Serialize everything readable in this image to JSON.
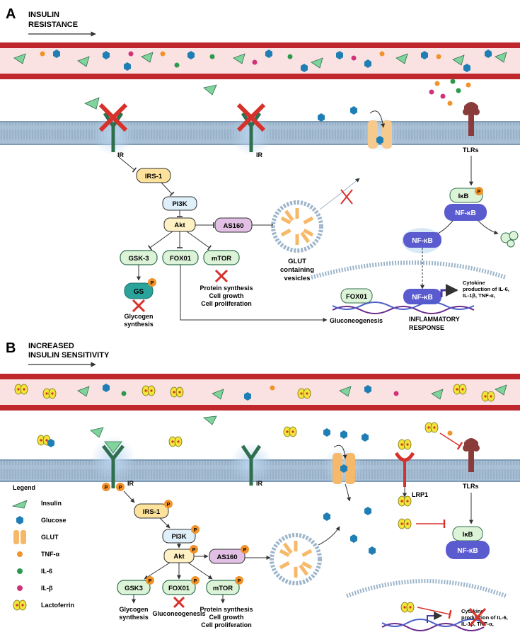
{
  "panel_a": {
    "letter": "A",
    "title_line1": "INSULIN",
    "title_line2": "RESISTANCE",
    "receptor_label_1": "IR",
    "receptor_label_2": "IR",
    "tlr_label": "TLRs",
    "irs1": "IRS-1",
    "pi3k": "PI3K",
    "akt": "Akt",
    "as160": "AS160",
    "gsk3": "GSK-3",
    "fox01": "FOX01",
    "mtor": "mTOR",
    "gs": "GS",
    "phospho": "P",
    "glycogen_line1": "Glycogen",
    "glycogen_line2": "synthesis",
    "protein_line1": "Protein synthesis",
    "protein_line2": "Cell growth",
    "protein_line3": "Cell proliferation",
    "glut_line1": "GLUT",
    "glut_line2": "containing",
    "glut_line3": "vesicles",
    "ikb": "IκB",
    "nfkb": "NF-κB",
    "nfkb_cyto": "NF-κB",
    "nfkb_nucleus": "NF-κB",
    "fox01_nucleus": "FOX01",
    "gluconeogenesis": "Gluconeogenesis",
    "cytokine_line1": "Cytokine",
    "cytokine_line2": "production of  IL-6,",
    "cytokine_line3": "IL-1β, TNF-α,",
    "inflam_line1": "INFLAMMATORY",
    "inflam_line2": "RESPONSE"
  },
  "panel_b": {
    "letter": "B",
    "title_line1": "INCREASED",
    "title_line2": "INSULIN SENSITIVITY",
    "receptor_label_1": "IR",
    "receptor_label_2": "IR",
    "lrp1_label": "LRP1",
    "tlr_label": "TLRs",
    "irs1": "IRS-1",
    "pi3k": "PI3K",
    "akt": "Akt",
    "as160": "AS160",
    "gsk3": "GSK3",
    "fox01": "FOX01",
    "mtor": "mTOR",
    "phospho": "P",
    "glycogen_line1": "Glycogen",
    "glycogen_line2": "synthesis",
    "gluconeogenesis": "Gluconeogenesis",
    "protein_line1": "Protein synthesis",
    "protein_line2": "Cell growth",
    "protein_line3": "Cell proliferation",
    "ikb": "IκB",
    "nfkb": "NF-κB",
    "cytokine_line1": "Cytokine",
    "cytokine_line2": "production of IL-6,",
    "cytokine_line3": "IL-1β, TNF-α,"
  },
  "legend": {
    "title": "Legend",
    "items": [
      {
        "label": "Insulin",
        "icon": "insulin-triangle-icon",
        "color": "#7fd39b"
      },
      {
        "label": "Glucose",
        "icon": "glucose-hexagon-icon",
        "color": "#1f7fb5"
      },
      {
        "label": "GLUT",
        "icon": "glut-channel-icon",
        "color": "#f6b96a"
      },
      {
        "label": "TNF-α",
        "icon": "tnf-dot-icon",
        "color": "#f2922a"
      },
      {
        "label": "IL-6",
        "icon": "il6-dot-icon",
        "color": "#2c9a4c"
      },
      {
        "label": "IL-β",
        "icon": "ilb-dot-icon",
        "color": "#d0337a"
      },
      {
        "label": "Lactoferrin",
        "icon": "lactoferrin-icon",
        "color": "#f2e43a"
      }
    ]
  },
  "colors": {
    "vessel_wall": "#c0272d",
    "vessel_lumen": "#fbe2e2",
    "membrane": "#9db5cb",
    "receptor": "#2f6f4e",
    "tlr": "#8a3c3a",
    "inhibit_red": "#d6322b",
    "akt_fill": "#fff1c4",
    "pi3k_fill": "#e0f0fb",
    "nfkb_fill": "#5b5bd0",
    "phospho": "#f2922a"
  }
}
